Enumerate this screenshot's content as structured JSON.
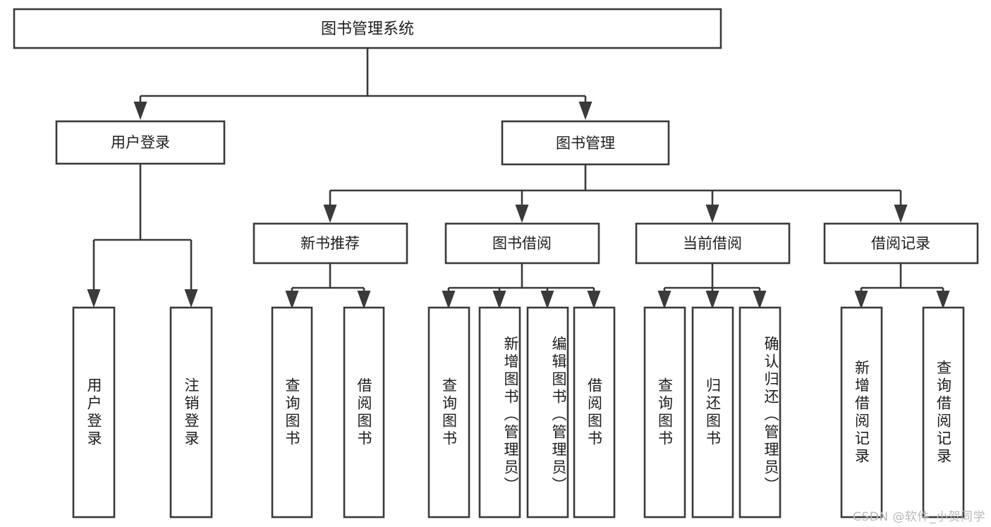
{
  "diagram": {
    "type": "tree-hierarchy-chart",
    "title": "图书管理系统",
    "root": {
      "id": "root",
      "label": "图书管理系统",
      "level": 0
    },
    "level1": [
      {
        "id": "user-login",
        "label": "用户登录"
      },
      {
        "id": "book-management",
        "label": "图书管理"
      }
    ],
    "level2": [
      {
        "id": "new-book-recommend",
        "label": "新书推荐",
        "parent": "book-management"
      },
      {
        "id": "book-borrow",
        "label": "图书借阅",
        "parent": "book-management"
      },
      {
        "id": "current-borrow",
        "label": "当前借阅",
        "parent": "book-management"
      },
      {
        "id": "borrow-record",
        "label": "借阅记录",
        "parent": "book-management"
      }
    ],
    "leaves": [
      {
        "id": "leaf-user-login",
        "label": "用户登录",
        "parent": "user-login"
      },
      {
        "id": "leaf-logout-login",
        "label": "注销登录",
        "parent": "user-login"
      },
      {
        "id": "leaf-query-book-1",
        "label": "查询图书",
        "parent": "new-book-recommend"
      },
      {
        "id": "leaf-borrow-book-1",
        "label": "借阅图书",
        "parent": "new-book-recommend"
      },
      {
        "id": "leaf-query-book-2",
        "label": "查询图书",
        "parent": "book-borrow"
      },
      {
        "id": "leaf-add-book",
        "label": "新增图书（管理员）",
        "parent": "book-borrow"
      },
      {
        "id": "leaf-edit-book",
        "label": "编辑图书（管理员）",
        "parent": "book-borrow"
      },
      {
        "id": "leaf-borrow-book-2",
        "label": "借阅图书",
        "parent": "book-borrow"
      },
      {
        "id": "leaf-query-book-3",
        "label": "查询图书",
        "parent": "current-borrow"
      },
      {
        "id": "leaf-return-book",
        "label": "归还图书",
        "parent": "current-borrow"
      },
      {
        "id": "leaf-confirm-return",
        "label": "确认归还（管理员）",
        "parent": "current-borrow"
      },
      {
        "id": "leaf-add-record",
        "label": "新增借阅记录",
        "parent": "borrow-record"
      },
      {
        "id": "leaf-query-record",
        "label": "查询借阅记录",
        "parent": "borrow-record"
      }
    ]
  },
  "watermark": {
    "text": "CSDN @软件_小贺同学"
  },
  "colors": {
    "stroke": "#3a3a3a",
    "fill": "#ffffff",
    "text": "#1d1d1d",
    "watermark": "#b9b9b9"
  }
}
